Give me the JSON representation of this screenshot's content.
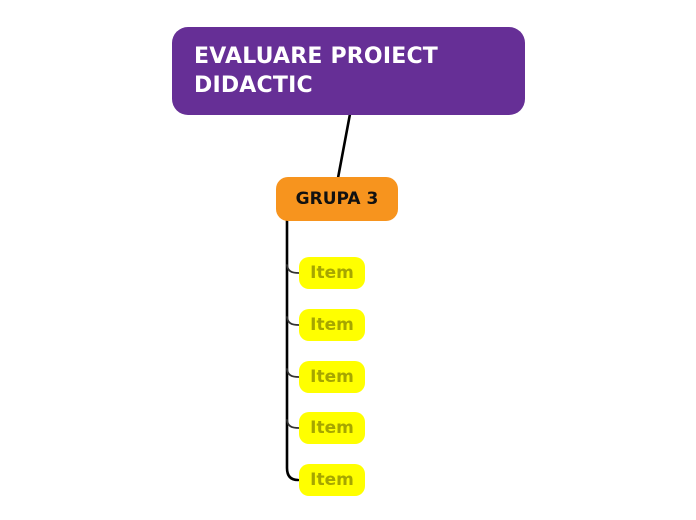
{
  "diagram": {
    "type": "mindmap",
    "root": {
      "label": "EVALUARE PROIECT DIDACTIC",
      "bg_color": "#662F96",
      "text_color": "#FFFFFF"
    },
    "group": {
      "label": "GRUPA 3",
      "bg_color": "#F7941E",
      "text_color": "#111111"
    },
    "items": [
      {
        "label": "Item"
      },
      {
        "label": "Item"
      },
      {
        "label": "Item"
      },
      {
        "label": "Item"
      },
      {
        "label": "Item"
      }
    ],
    "item_style": {
      "bg_color": "#FFFF00",
      "text_color": "#A6A600"
    },
    "connector_color": "#111111",
    "background_color": "#FFFFFF"
  }
}
